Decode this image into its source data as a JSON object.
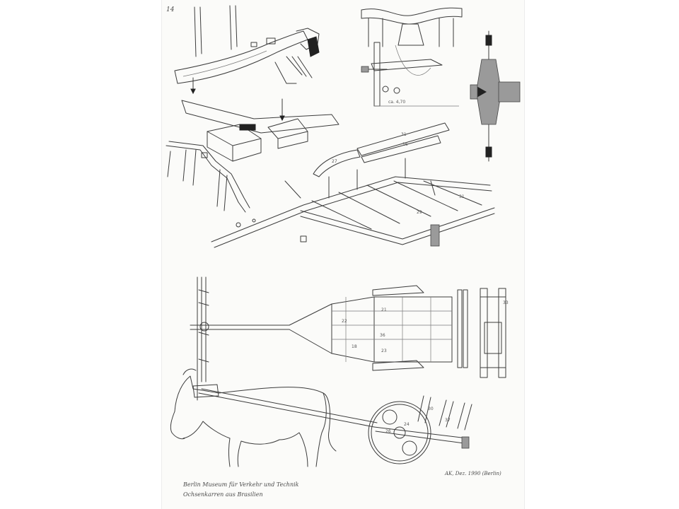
{
  "page": {
    "corner_mark": "14"
  },
  "caption": {
    "line1": "Berlin Museum für Verkehr und Technik",
    "line2": "Ochsenkarren aus Brasilien",
    "signature": "AK, Dez. 1990 (Berlin)"
  },
  "labels": {
    "l1": "31",
    "l2": "16",
    "l3": "27",
    "l4": "31",
    "l5": "29",
    "l6": "22",
    "l7": "21",
    "l8": "36",
    "l9": "18",
    "l10": "23",
    "l11": "33",
    "l12": "26",
    "l13": "24",
    "l14": "37",
    "l15": "30",
    "l16": "ca. 4,70"
  },
  "colors": {
    "paper": "#fbfbf9",
    "ink": "#3c3c3c",
    "shade": "#9a9a9a"
  }
}
